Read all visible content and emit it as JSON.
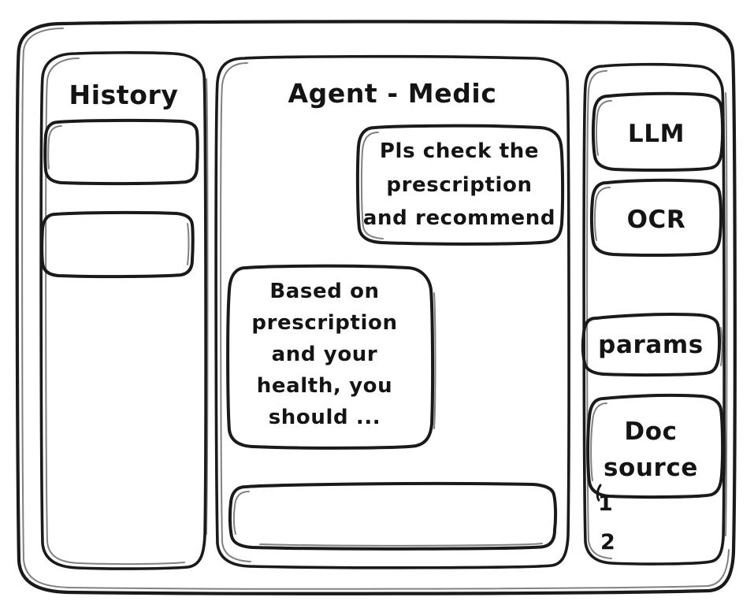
{
  "app": {
    "style": "hand-drawn-wireframe",
    "ink_color": "#1a1a1a",
    "paper_color": "#ffffff"
  },
  "sidebar_left": {
    "title": "History",
    "items": [
      {
        "label": "",
        "name": "history-item-1"
      },
      {
        "label": "",
        "name": "history-item-2"
      }
    ]
  },
  "main": {
    "header": "Agent - Medic",
    "messages": [
      {
        "role": "user",
        "lines": [
          "Pls check the",
          "prescription",
          "and recommend"
        ],
        "text": "Pls check the prescription and recommend"
      },
      {
        "role": "assistant",
        "lines": [
          "Based on",
          "prescription",
          "and your",
          "health, you",
          "should ..."
        ],
        "text": "Based on prescription and your health, you should ..."
      }
    ],
    "composer": {
      "value": "",
      "placeholder": ""
    }
  },
  "sidebar_right": {
    "cards": [
      {
        "label": "LLM",
        "name": "llm-card"
      },
      {
        "label": "OCR",
        "name": "ocr-card"
      },
      {
        "label": "params",
        "name": "params-card"
      },
      {
        "label": "Doc source",
        "lines": [
          "Doc",
          "source"
        ],
        "name": "doc-source-card"
      }
    ],
    "doc_source_list": [
      {
        "label": "1"
      },
      {
        "label": "2"
      }
    ]
  }
}
